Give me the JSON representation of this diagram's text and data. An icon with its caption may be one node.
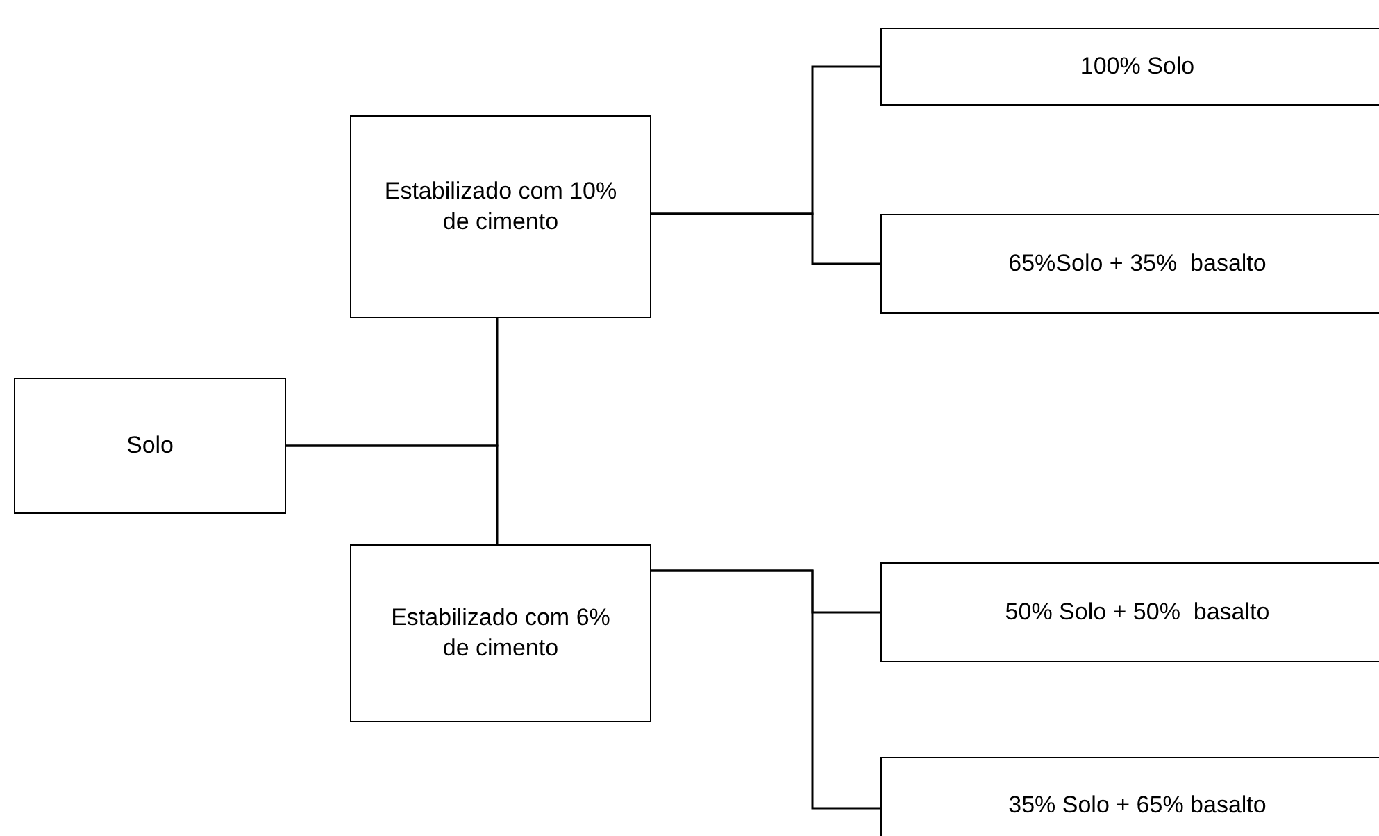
{
  "diagram": {
    "nodes": [
      {
        "text": [
          "Solo"
        ]
      },
      {
        "text": [
          "Estabilizado com 10% de cimento"
        ]
      },
      {
        "text": [
          "Estabilizado com 6% de cimento"
        ]
      },
      {
        "text": [
          "100% Solo"
        ]
      },
      {
        "text": [
          "65%Solo + 35%  basalto"
        ]
      },
      {
        "text": [
          "50% Solo + 50%  basalto"
        ]
      },
      {
        "text": [
          "35% Solo + 65% basalto"
        ]
      }
    ],
    "edges": [
      {
        "from": 0,
        "to": 1,
        "arrow": "none"
      },
      {
        "from": 0,
        "to": 2,
        "arrow": "none"
      },
      {
        "from": 1,
        "to": 3,
        "arrow": "none"
      },
      {
        "from": 1,
        "to": 4,
        "arrow": "none"
      },
      {
        "from": 2,
        "to": 5,
        "arrow": "none"
      },
      {
        "from": 2,
        "to": 6,
        "arrow": "none"
      }
    ]
  }
}
